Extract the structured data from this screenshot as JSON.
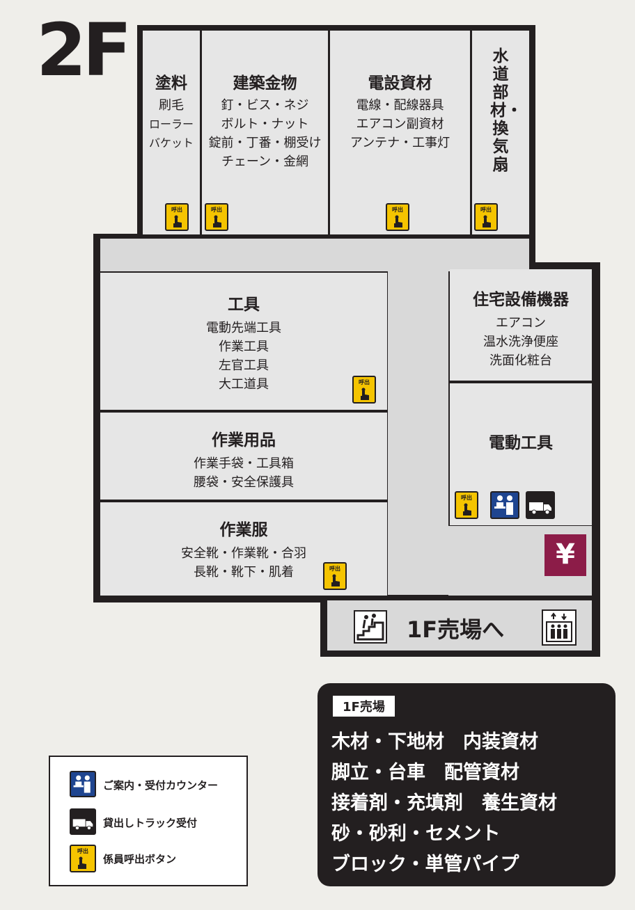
{
  "floor": "2F",
  "areas": {
    "paint": {
      "title": "塗料",
      "lines": [
        "刷毛",
        "ローラー",
        "バケット"
      ]
    },
    "hardware": {
      "title": "建築金物",
      "lines": [
        "釘・ビス・ネジ",
        "ボルト・ナット",
        "錠前・丁番・棚受け",
        "チェーン・金網"
      ]
    },
    "electric": {
      "title": "電設資材",
      "lines": [
        "電線・配線器具",
        "エアコン副資材",
        "アンテナ・工事灯"
      ]
    },
    "plumbing": {
      "title": "水道部材・換気扇"
    },
    "tools": {
      "title": "工具",
      "lines": [
        "電動先端工具",
        "作業工具",
        "左官工具",
        "大工道具"
      ]
    },
    "work_goods": {
      "title": "作業用品",
      "lines": [
        "作業手袋・工具箱",
        "腰袋・安全保護具"
      ]
    },
    "work_wear": {
      "title": "作業服",
      "lines": [
        "安全靴・作業靴・合羽",
        "長靴・靴下・肌着"
      ]
    },
    "housing": {
      "title": "住宅設備機器",
      "lines": [
        "エアコン",
        "温水洗浄便座",
        "洗面化粧台"
      ]
    },
    "power_tools": {
      "title": "電動工具"
    }
  },
  "call_icon_label": "呼出",
  "yen_symbol": "¥",
  "to_1f": "1F売場へ",
  "legend": [
    {
      "icon": "info-counter-icon",
      "text": "ご案内・受付カウンター"
    },
    {
      "icon": "truck-icon",
      "text": "貸出しトラック受付"
    },
    {
      "icon": "call-button-icon",
      "text": "係員呼出ボタン"
    }
  ],
  "floor1_panel": {
    "tag": "1F売場",
    "lines": [
      "木材・下地材　内装資材",
      "脚立・台車　配管資材",
      "接着剤・充填剤　養生資材",
      "砂・砂利・セメント",
      "ブロック・単管パイプ"
    ]
  },
  "colors": {
    "call_yellow": "#f5c400",
    "info_blue": "#1f4590",
    "yen_red": "#8c1c48",
    "dark": "#231f20"
  }
}
